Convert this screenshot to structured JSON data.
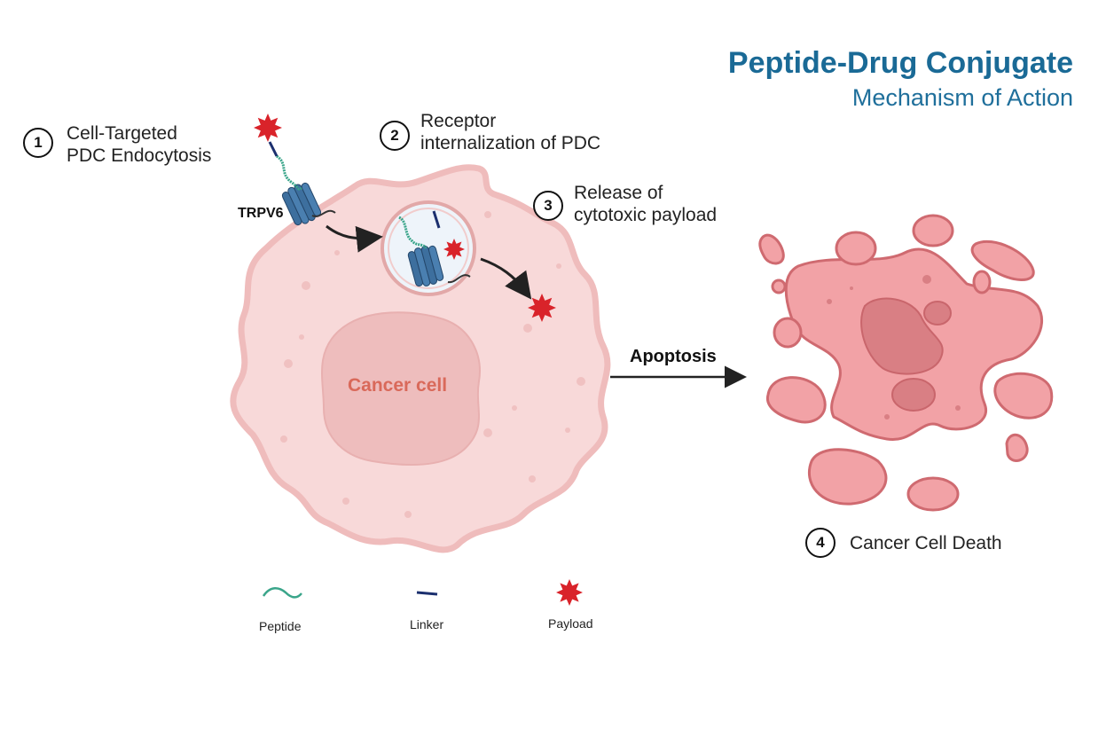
{
  "title": "Peptide-Drug Conjugate",
  "subtitle": "Mechanism of Action",
  "steps": [
    {
      "number": "1",
      "line1": "Cell-Targeted",
      "line2": "PDC Endocytosis"
    },
    {
      "number": "2",
      "line1": "Receptor",
      "line2": "internalization of PDC"
    },
    {
      "number": "3",
      "line1": "Release of",
      "line2": "cytotoxic payload"
    },
    {
      "number": "4",
      "line1": "Cancer Cell Death"
    }
  ],
  "receptor_label": "TRPV6",
  "cell_label": "Cancer cell",
  "arrow_label": "Apoptosis",
  "legend": [
    {
      "label": "Peptide",
      "icon": "peptide-wave-icon"
    },
    {
      "label": "Linker",
      "icon": "linker-line-icon"
    },
    {
      "label": "Payload",
      "icon": "payload-star-icon"
    }
  ],
  "colors": {
    "title": "#1a6a96",
    "payload": "#d9232a",
    "peptide": "#3aa58a",
    "linker": "#1b2f6e",
    "receptor": "#3d6f9e",
    "cell": "#f8d9d9",
    "dead_cell": "#f2a2a6"
  }
}
